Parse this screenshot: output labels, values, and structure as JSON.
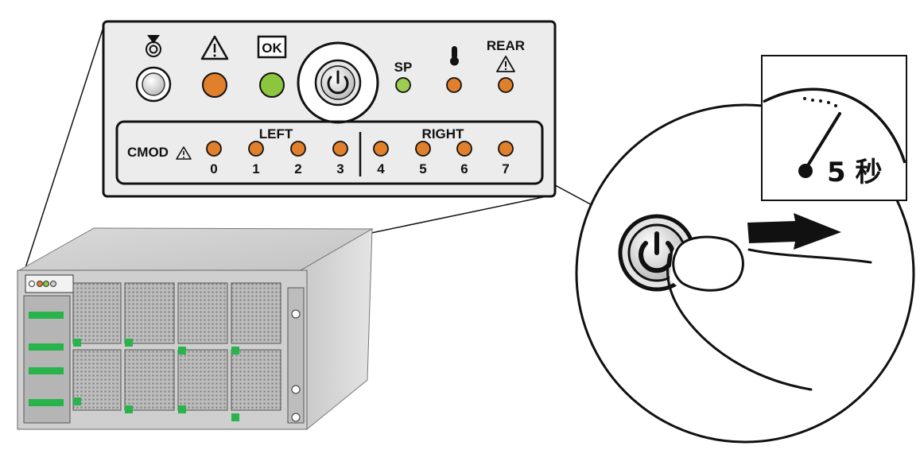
{
  "panel": {
    "top_labels": {
      "sp": "SP",
      "rear": "REAR",
      "ok_badge": "OK"
    },
    "icons": [
      "locator-icon",
      "warning-icon",
      "ok-badge-icon",
      "power-icon",
      "thermometer-icon",
      "warning-icon"
    ],
    "cmod": {
      "label": "CMOD",
      "left_label": "LEFT",
      "right_label": "RIGHT",
      "left_slots": [
        "0",
        "1",
        "2",
        "3"
      ],
      "right_slots": [
        "4",
        "5",
        "6",
        "7"
      ]
    }
  },
  "callout": {
    "timer_label": "5 秒"
  },
  "colors": {
    "amber_led": "#e07f2c",
    "green_led": "#8cc63f",
    "sp_led": "#9ccc52",
    "panel_bg": "#ececec",
    "fan_latch_green": "#28b44a"
  }
}
